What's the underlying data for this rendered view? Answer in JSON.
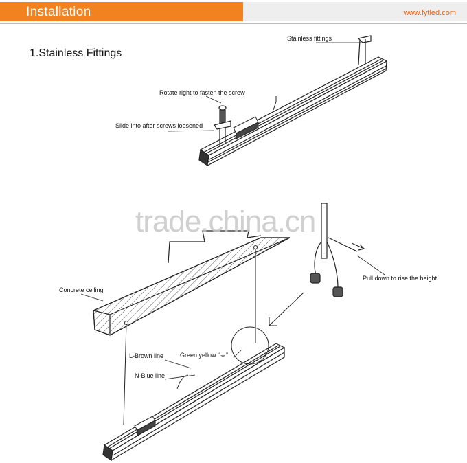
{
  "header": {
    "title": "Installation",
    "website": "www.fytled.com",
    "colors": {
      "accent": "#f2821f",
      "band": "#eeeeee",
      "link": "#d9641b"
    }
  },
  "section": {
    "title": "1.Stainless Fittings"
  },
  "diagram1": {
    "labels": {
      "stainless_fittings": "Stainless fittings",
      "rotate_screw": "Rotate right to fasten the screw",
      "slide_into": "Slide into after screws loosened"
    }
  },
  "diagram2": {
    "labels": {
      "concrete_ceiling": "Concrete ceiling",
      "l_brown": "L-Brown line",
      "green_yellow": "Green yellow “⏚”",
      "n_blue": "N-Blue line",
      "pull_down": "Pull down to rise the height"
    }
  },
  "watermark": "trade.china.cn"
}
